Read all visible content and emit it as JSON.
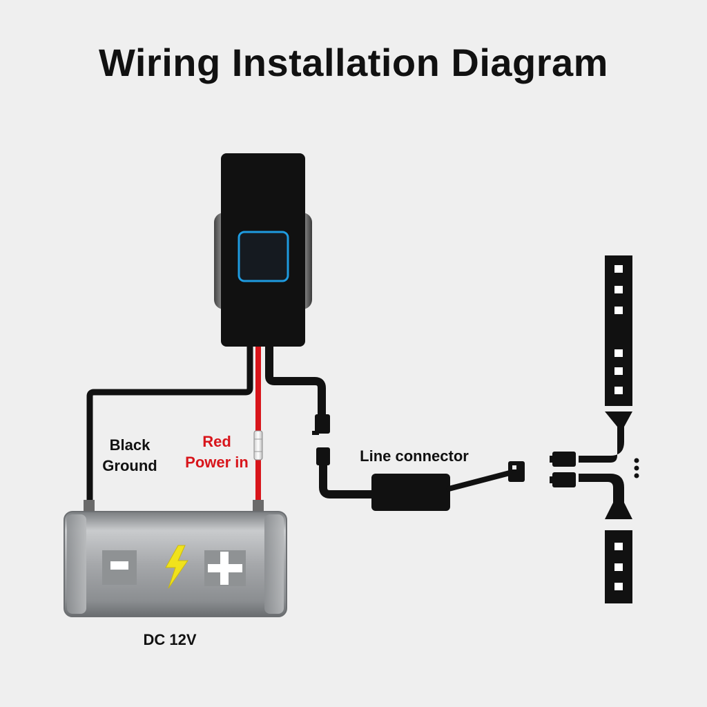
{
  "title": "Wiring Installation Diagram",
  "labels": {
    "black_ground_line1": "Black",
    "black_ground_line2": "Ground",
    "red_power_line1": "Red",
    "red_power_line2": "Power in",
    "line_connector": "Line connector",
    "battery": "DC 12V"
  },
  "battery_symbols": {
    "minus": "-",
    "plus": "+"
  },
  "colors": {
    "background": "#efefef",
    "wire_black": "#111111",
    "wire_red": "#d8151b",
    "switch_ring": "#1e9be0",
    "bolt": "#f0e21c"
  },
  "icons": [
    "switch-controller",
    "battery-icon",
    "led-strip-top",
    "led-strip-bottom",
    "inline-fuse",
    "lightning-bolt-icon"
  ]
}
